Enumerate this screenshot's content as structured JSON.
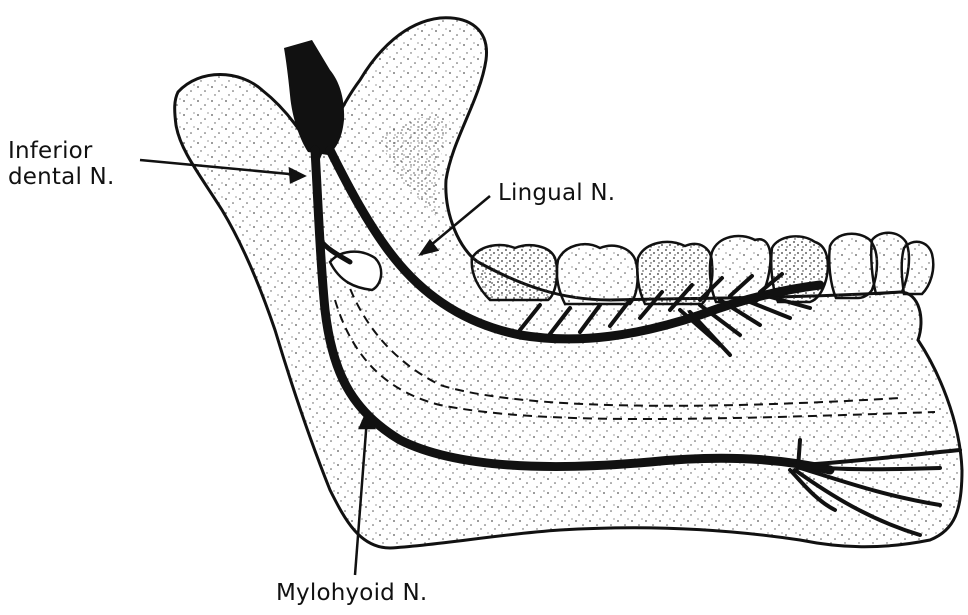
{
  "labels": {
    "inferior_dental_line1": "Inferior",
    "inferior_dental_line2": "dental N.",
    "lingual": "Lingual N.",
    "mylohyoid": "Mylohyoid N."
  },
  "colors": {
    "ink": "#111111",
    "bone_fill": "#f4f4f4",
    "nerve": "#111111",
    "background": "#ffffff"
  }
}
